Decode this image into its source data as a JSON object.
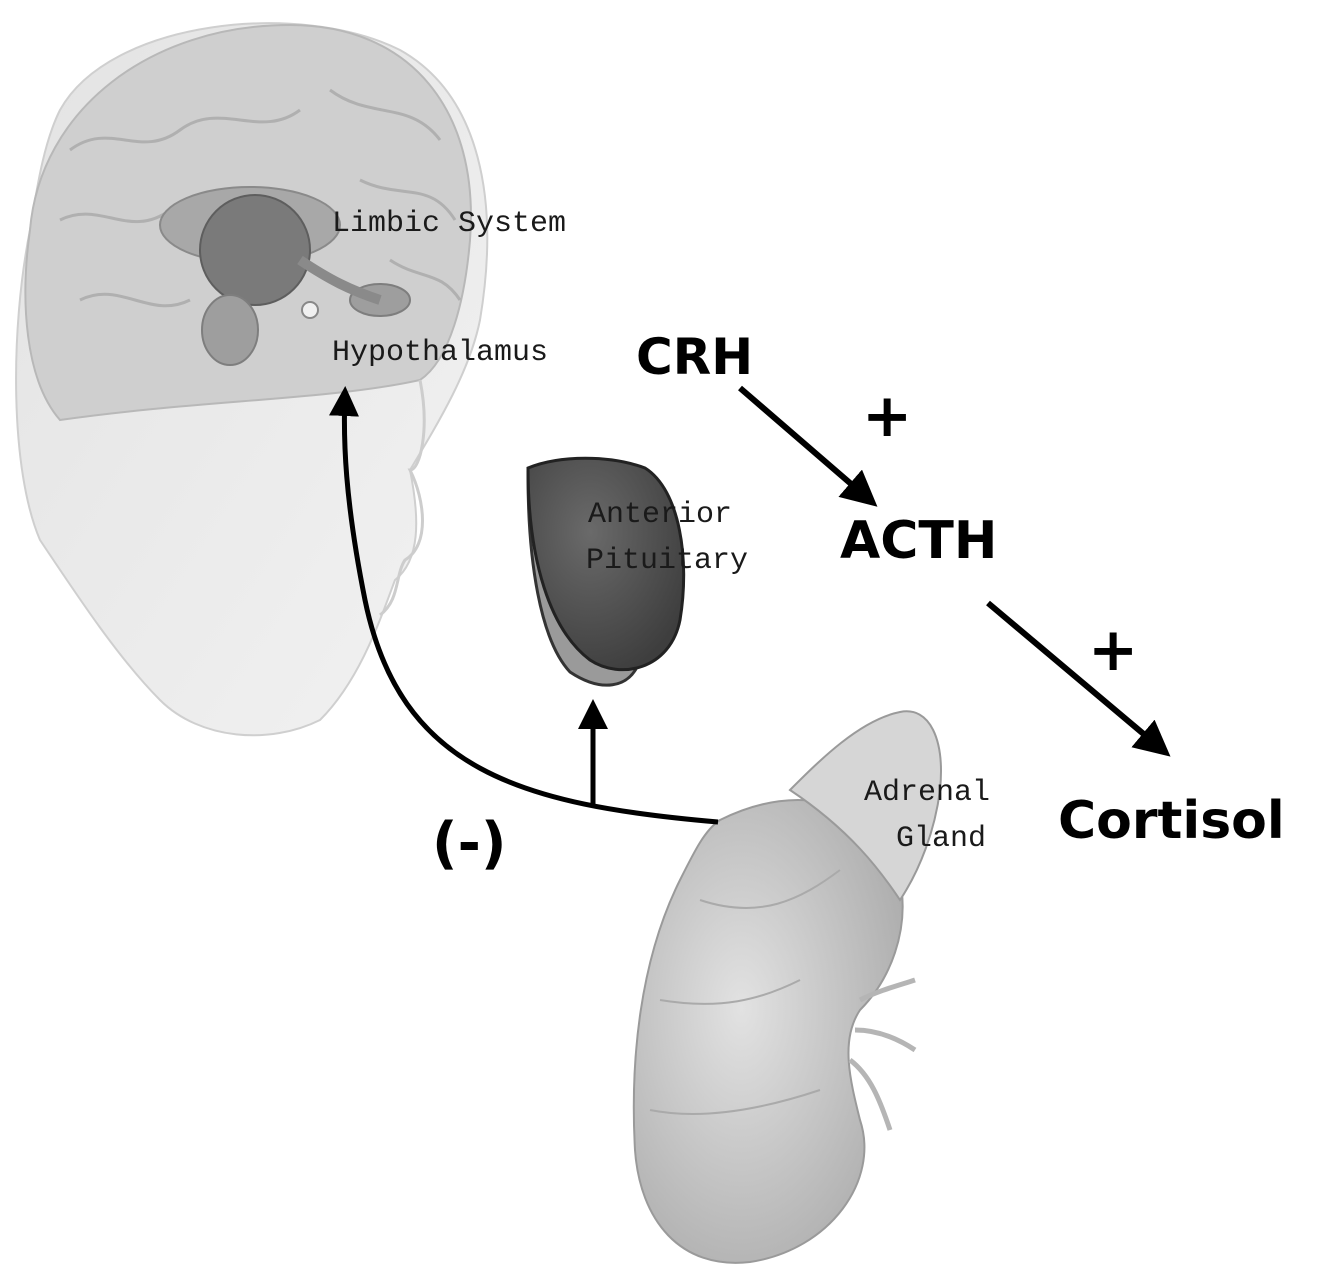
{
  "labels": {
    "limbic_system": "Limbic System",
    "hypothalamus": "Hypothalamus",
    "anterior_pituitary_line1": "Anterior",
    "anterior_pituitary_line2": "Pituitary",
    "adrenal_line1": "Adrenal",
    "adrenal_line2": "Gland"
  },
  "hormones": {
    "crh": "CRH",
    "acth": "ACTH",
    "cortisol": "Cortisol"
  },
  "signs": {
    "plus_1": "+",
    "plus_2": "+",
    "negative_feedback": "(-)"
  },
  "colors": {
    "background": "#ffffff",
    "arrow": "#000000",
    "head_fill": "#d9d9d9",
    "pituitary_dark": "#5a5a5a",
    "pituitary_light": "#9a9a9a",
    "adrenal_fill": "#c8c8c8"
  }
}
